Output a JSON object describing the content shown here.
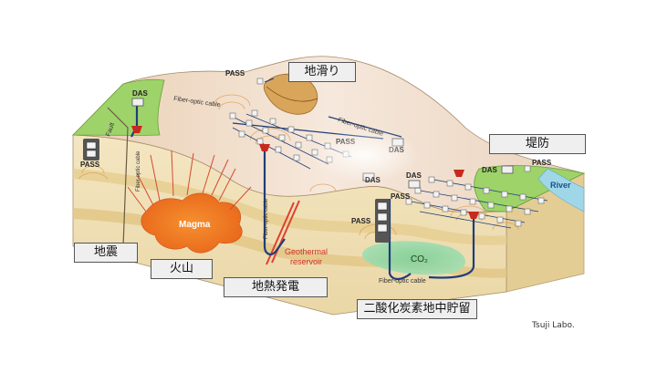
{
  "labels": {
    "landslide": "地滑り",
    "levee": "堤防",
    "earthquake": "地震",
    "volcano": "火山",
    "geothermal": "地熱発電",
    "ccs": "二酸化炭素地中貯留"
  },
  "diagram": {
    "das": "DAS",
    "pass": "PASS",
    "fault": "Fault",
    "fiber_optic_cable": "Fiber-optic cable",
    "magma": "Magma",
    "geothermal_line1": "Geothermal",
    "geothermal_line2": "reservoir",
    "co2": "CO₂",
    "river": "River"
  },
  "credit": "Tsuji Labo.",
  "colors": {
    "grass": "#9ed36a",
    "grass_dark": "#5d9a2e",
    "ground_top": "#f1dcc6",
    "soil_front": "#f3e3b8",
    "magma": "#f07a1e",
    "cable": "#1f3d7a",
    "sensor_red": "#c8281e",
    "river": "#9fd7e8",
    "co2": "#6cc28a",
    "fault_red": "#e04030"
  }
}
